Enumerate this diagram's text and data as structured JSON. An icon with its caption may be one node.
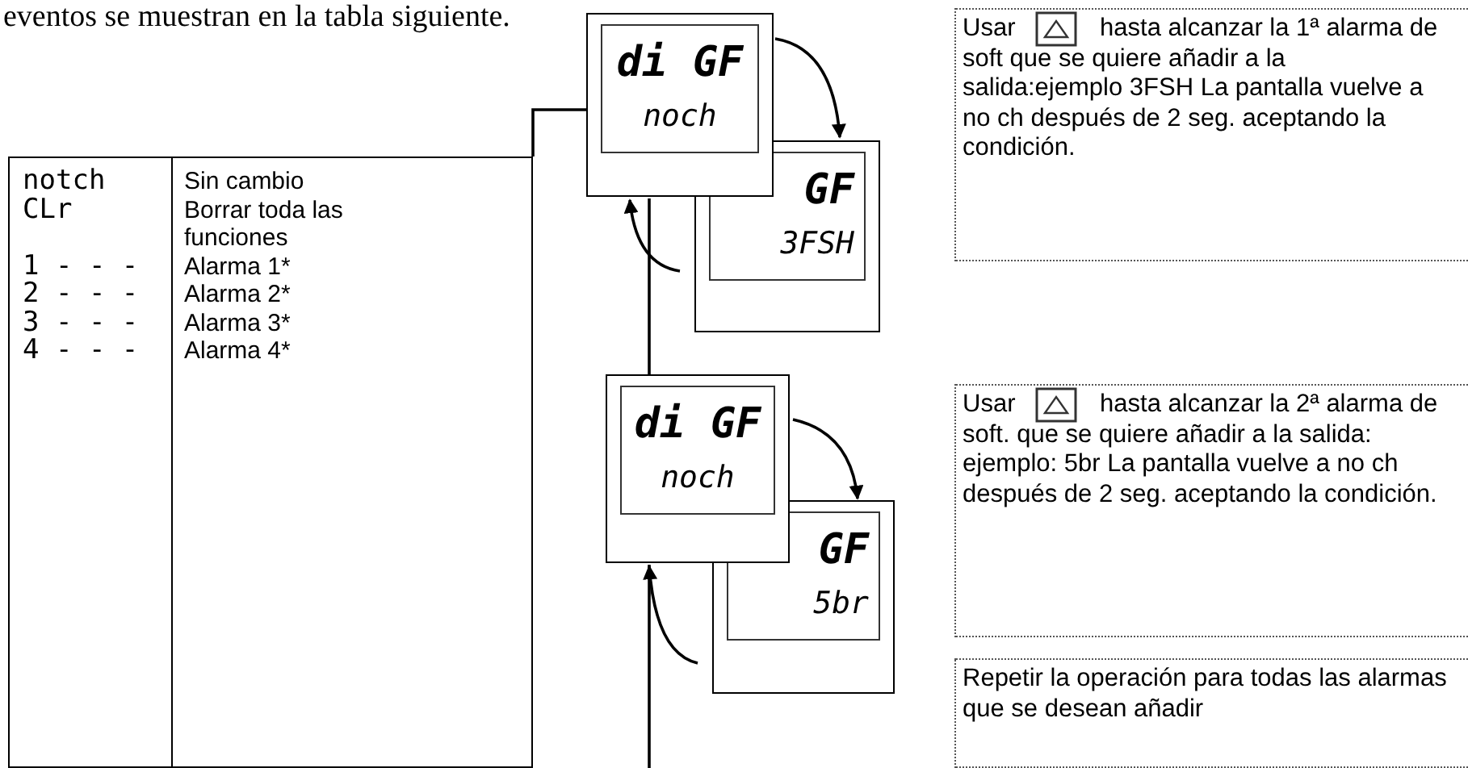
{
  "diagram": {
    "nodes": [
      {
        "text": [
          "notch",
          "Sin cambio",
          "CLr",
          "Borrar toda las funciones",
          "1 - - -",
          "Alarma 1*",
          "2 - - -",
          "Alarma 2*",
          "3 - - -",
          "Alarma 3*",
          "4 - - -",
          "Alarma 4*"
        ]
      },
      {
        "text": [
          "di GF",
          "noch"
        ]
      },
      {
        "text": [
          "GF",
          "3FSH"
        ]
      },
      {
        "text": [
          "di GF",
          "noch"
        ]
      },
      {
        "text": [
          "GF",
          "5br"
        ]
      },
      {
        "text": [
          "Usar hasta alcanzar la 1ª alarma de soft que se quiere añadir a la salida:ejemplo 3FSH La pantalla vuelve a no ch después de 2 seg. aceptando la condición."
        ]
      },
      {
        "text": [
          "Usar hasta alcanzar la 2ª alarma de soft. que se quiere añadir a la salida: ejemplo: 5br La pantalla vuelve a no ch después de 2 seg. aceptando la condición."
        ]
      },
      {
        "text": [
          "Repetir la operación para todas las alarmas que se desean añadir"
        ]
      }
    ],
    "edges": [
      {
        "from": 0,
        "to": 1,
        "arrow": "none"
      },
      {
        "from": 1,
        "to": 2,
        "arrow": "to"
      },
      {
        "from": 2,
        "to": 1,
        "arrow": "to"
      },
      {
        "from": 3,
        "to": 1,
        "arrow": "none"
      },
      {
        "from": 3,
        "to": 4,
        "arrow": "to"
      },
      {
        "from": 4,
        "to": 3,
        "arrow": "to"
      },
      {
        "from": null,
        "to": 3,
        "arrow": "none"
      }
    ],
    "labels": [
      "eventos se muestran en la tabla siguiente."
    ]
  }
}
